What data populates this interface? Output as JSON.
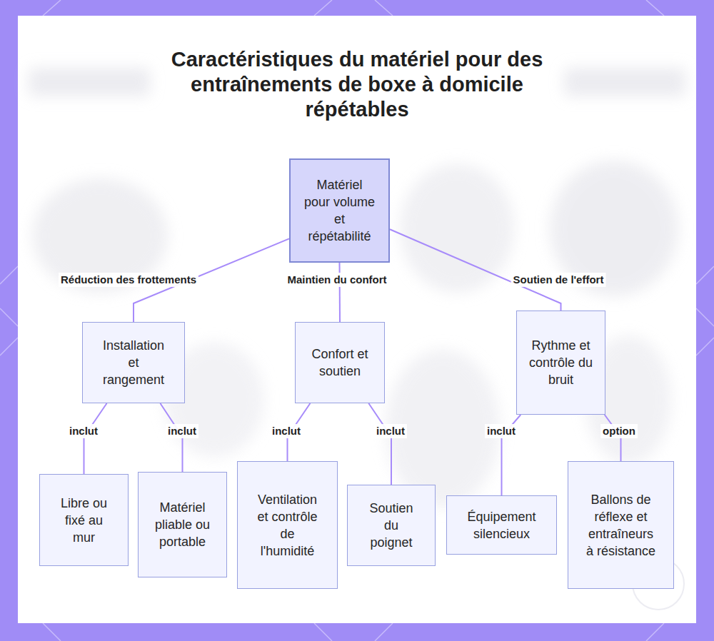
{
  "diagram": {
    "title": "Caractéristiques du matériel pour des entraînements de boxe à domicile répétables",
    "nodes": [
      {
        "text": [
          "Matériel pour volume et répétabilité"
        ]
      },
      {
        "text": [
          "Installation et rangement"
        ]
      },
      {
        "text": [
          "Confort et soutien"
        ]
      },
      {
        "text": [
          "Rythme et contrôle du bruit"
        ]
      },
      {
        "text": [
          "Libre ou fixé au mur"
        ]
      },
      {
        "text": [
          "Matériel pliable ou portable"
        ]
      },
      {
        "text": [
          "Ventilation et contrôle de l'humidité"
        ]
      },
      {
        "text": [
          "Soutien du poignet"
        ]
      },
      {
        "text": [
          "Équipement silencieux"
        ]
      },
      {
        "text": [
          "Ballons de réflexe et entraîneurs à résistance"
        ]
      }
    ],
    "edges": [
      {
        "from": 0,
        "to": 1,
        "arrow": "none",
        "label": "Réduction des frottements"
      },
      {
        "from": 0,
        "to": 2,
        "arrow": "none",
        "label": "Maintien du confort"
      },
      {
        "from": 0,
        "to": 3,
        "arrow": "none",
        "label": "Soutien de l'effort"
      },
      {
        "from": 1,
        "to": 4,
        "arrow": "none",
        "label": "inclut"
      },
      {
        "from": 1,
        "to": 5,
        "arrow": "none",
        "label": "inclut"
      },
      {
        "from": 2,
        "to": 6,
        "arrow": "none",
        "label": "inclut"
      },
      {
        "from": 2,
        "to": 7,
        "arrow": "none",
        "label": "inclut"
      },
      {
        "from": 3,
        "to": 8,
        "arrow": "none",
        "label": "inclut"
      },
      {
        "from": 3,
        "to": 9,
        "arrow": "none",
        "label": "option"
      }
    ]
  }
}
